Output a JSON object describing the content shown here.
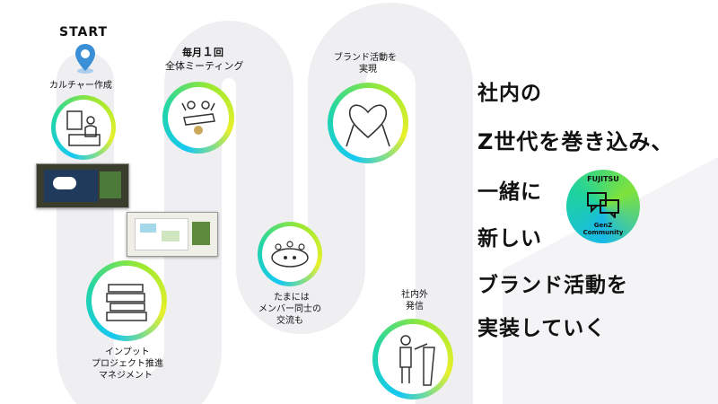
{
  "start_label": "START",
  "steps": {
    "culture": "カルチャー作成",
    "monthly_prefix": "毎月",
    "monthly_number": "１",
    "monthly_suffix": "回",
    "monthly_meeting": "全体ミーティング",
    "brand_line1": "ブランド活動を",
    "brand_line2": "実現",
    "exchange_line1": "たまには",
    "exchange_line2": "メンバー同士の",
    "exchange_line3": "交流も",
    "outreach_line1": "社内外",
    "outreach_line2": "発信",
    "input_line1": "インプット",
    "input_line2": "プロジェクト推進",
    "input_line3": "マネジメント"
  },
  "headline": {
    "line1": "社内の",
    "line2": "Z世代を巻き込み、",
    "line3": "一緒に",
    "line4": "新しい",
    "line5": "ブランド活動を",
    "line6": "実装していく"
  },
  "badge": {
    "brand": "FUJITSU",
    "line1": "GenZ",
    "line2": "Community"
  },
  "colors": {
    "road": "#efeff2",
    "ring_start": "#16c8f2",
    "ring_end": "#e8f02a",
    "pin": "#3b8fd6"
  },
  "icons": [
    "location-pin-icon",
    "whiteboard-presenter-icon",
    "meeting-people-icon",
    "heart-hands-icon",
    "group-dinner-icon",
    "book-stack-icon",
    "speaker-podium-icon",
    "chat-bubbles-icon"
  ]
}
